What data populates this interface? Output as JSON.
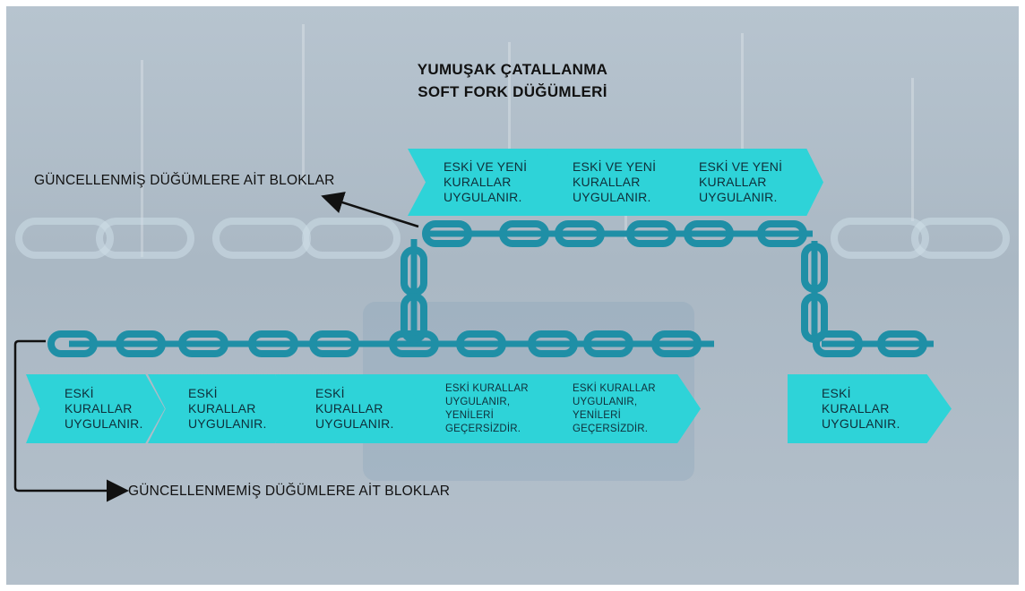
{
  "title": {
    "line1": "YUMUŞAK ÇATALLANMA",
    "line2": "SOFT FORK DÜĞÜMLERİ"
  },
  "captions": {
    "updated": "GÜNCELLENMİŞ DÜĞÜMLERE AİT BLOKLAR",
    "not_updated": "GÜNCELLENMEMİŞ DÜĞÜMLERE AİT BLOKLAR"
  },
  "top_blocks": [
    {
      "l1": "ESKİ VE YENİ",
      "l2": "KURALLAR",
      "l3": "UYGULANIR."
    },
    {
      "l1": "ESKİ VE YENİ",
      "l2": "KURALLAR",
      "l3": "UYGULANIR."
    },
    {
      "l1": "ESKİ VE YENİ",
      "l2": "KURALLAR",
      "l3": "UYGULANIR."
    }
  ],
  "bottom_blocks": [
    {
      "l1": "ESKİ",
      "l2": "KURALLAR",
      "l3": "UYGULANIR."
    },
    {
      "l1": "ESKİ",
      "l2": "KURALLAR",
      "l3": "UYGULANIR."
    },
    {
      "l1": "ESKİ",
      "l2": "KURALLAR",
      "l3": "UYGULANIR."
    },
    {
      "l1": "ESKİ KURALLAR",
      "l2": "UYGULANIR,",
      "l3": "YENİLERİ",
      "l4": "GEÇERSİZDİR."
    },
    {
      "l1": "ESKİ KURALLAR",
      "l2": "UYGULANIR,",
      "l3": "YENİLERİ",
      "l4": "GEÇERSİZDİR."
    }
  ],
  "orphan_block": {
    "l1": "ESKİ",
    "l2": "KURALLAR",
    "l3": "UYGULANIR."
  },
  "colors": {
    "chain": "#1f8fa6",
    "chain_dark": "#137086",
    "block": "#2ed3d8",
    "block_text": "#0e2f3a",
    "arrow": "#111111"
  }
}
